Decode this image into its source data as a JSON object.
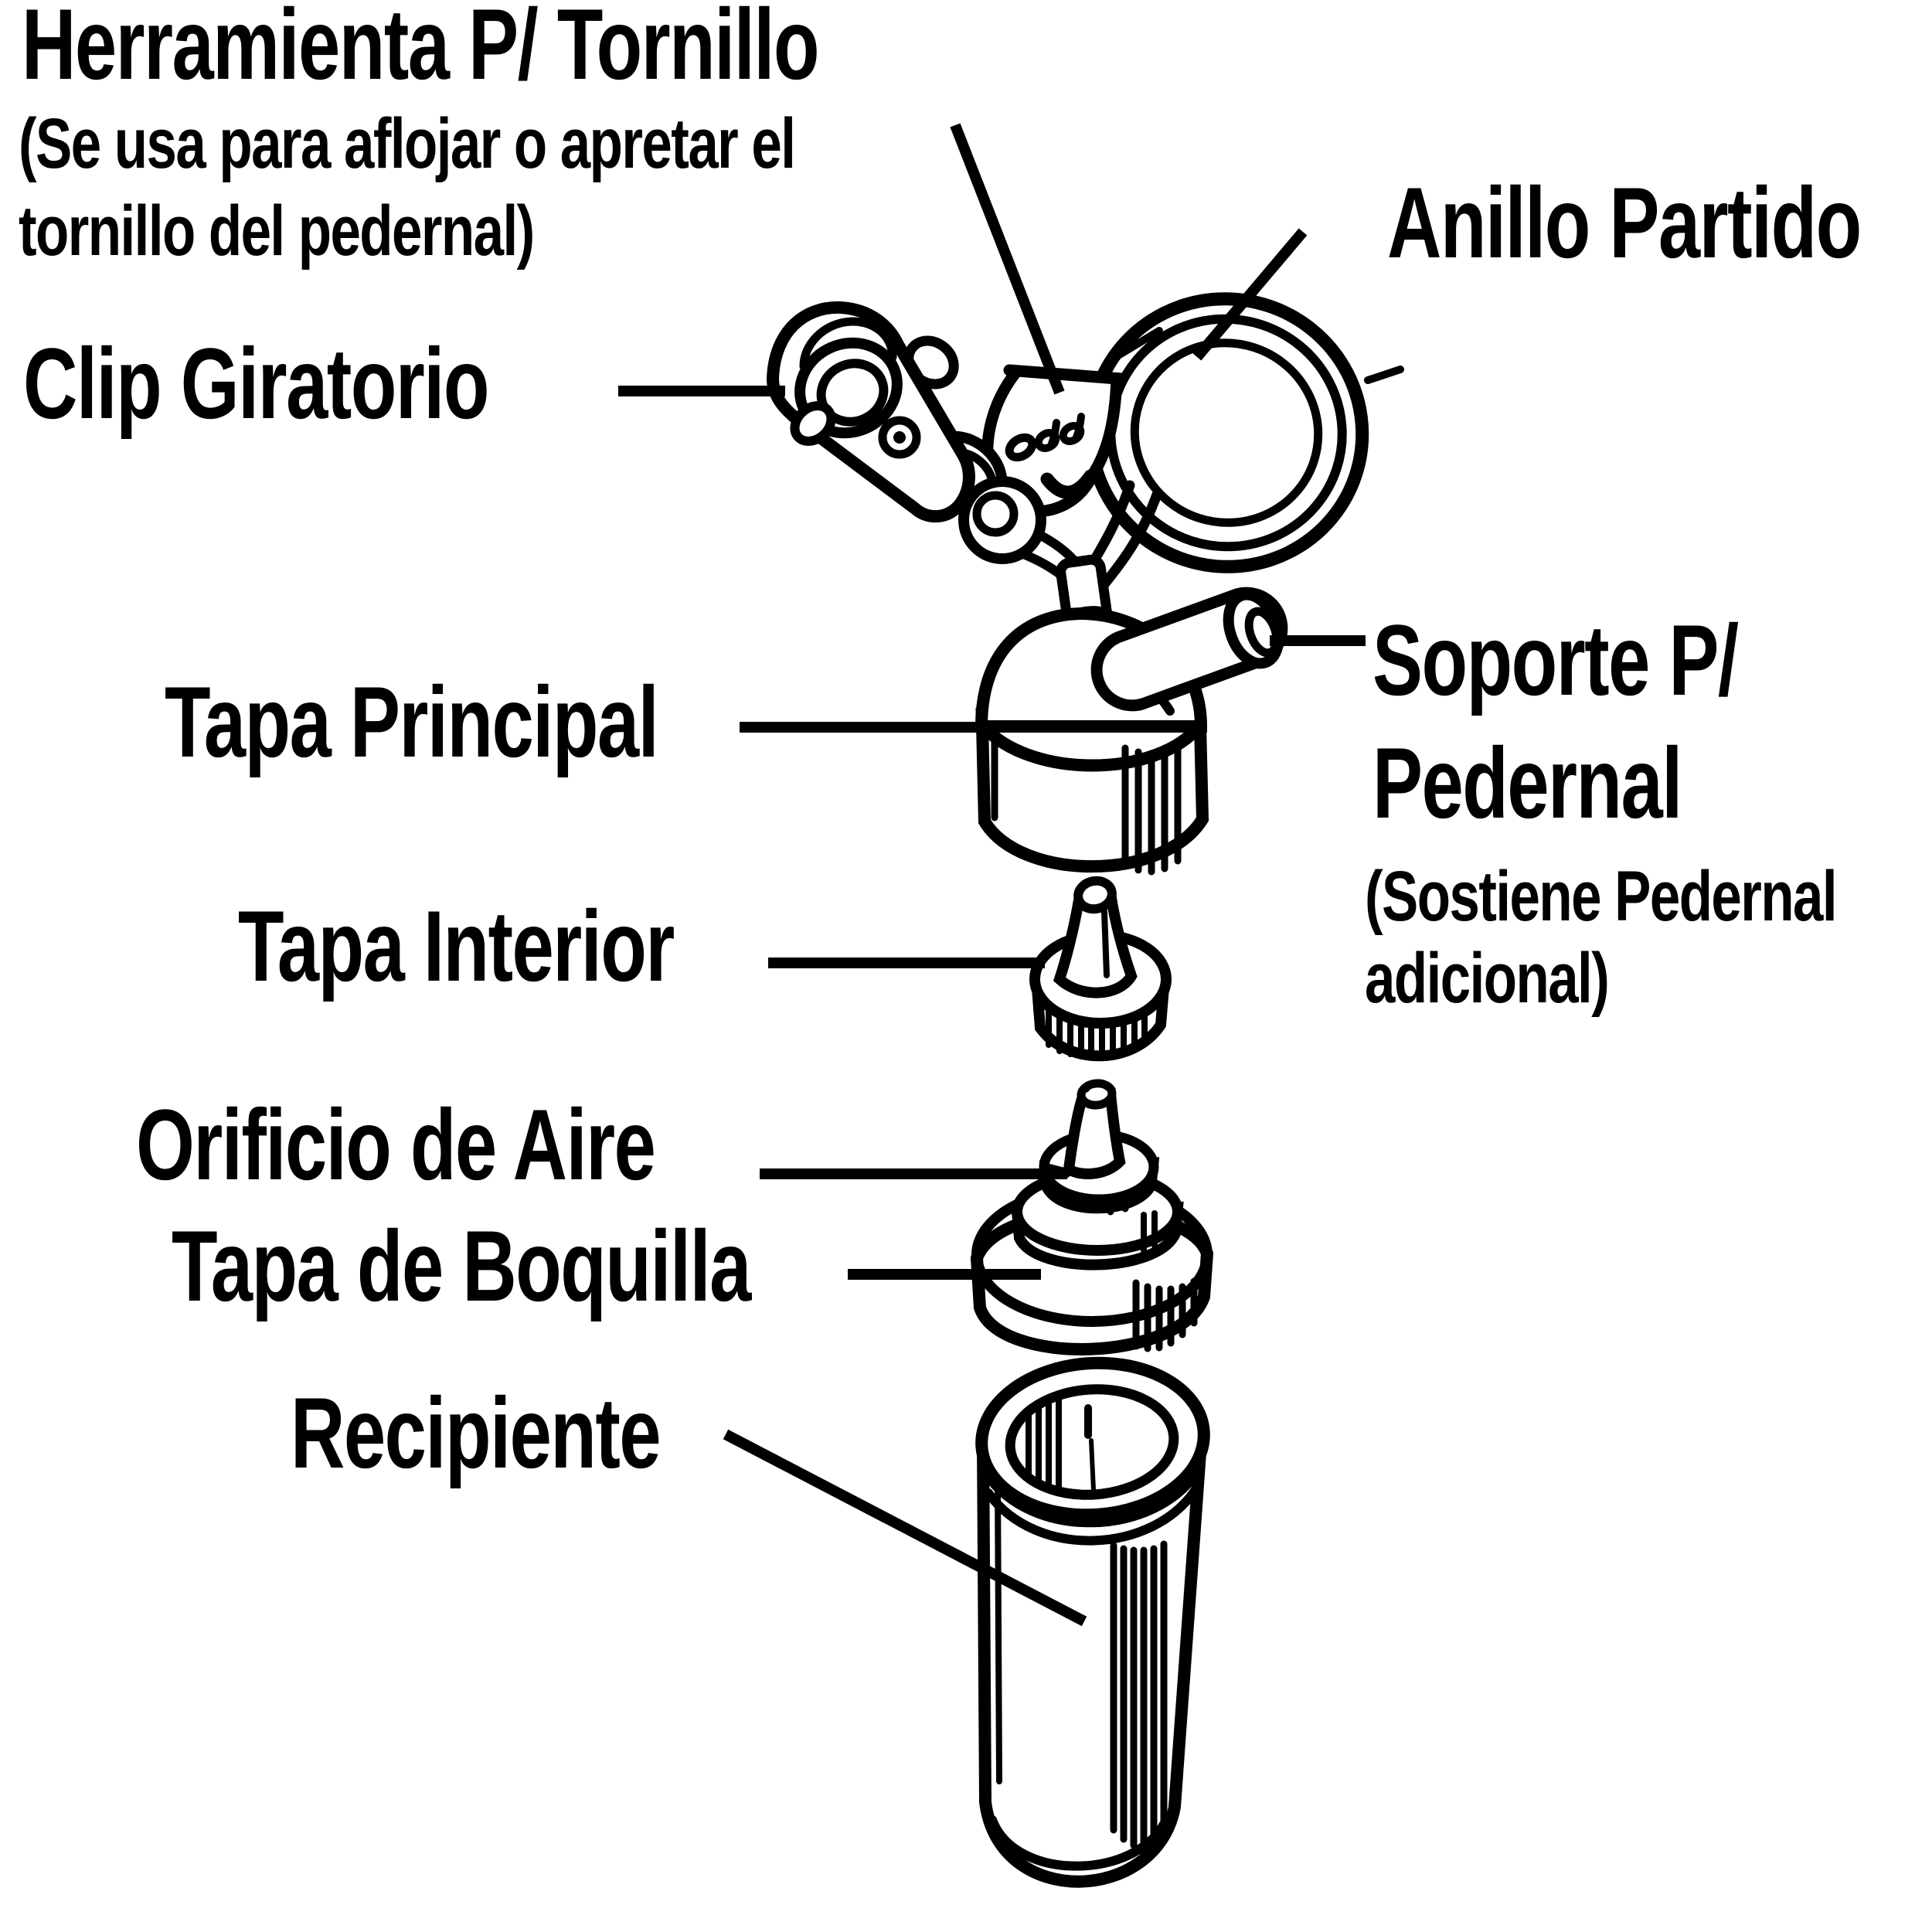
{
  "diagram": {
    "background_color": "#ffffff",
    "ink_color": "#000000",
    "labels": {
      "herramienta": {
        "title": "Herramienta P/ Tornillo",
        "note_line1": "(Se usa para aflojar o apretar el",
        "note_line2": "tornillo del pedernal)"
      },
      "anillo": {
        "text": "Anillo Partido"
      },
      "clip": {
        "text": "Clip Giratorio"
      },
      "tapa_principal": {
        "text": "Tapa Principal"
      },
      "soporte": {
        "line1": "Soporte P/",
        "line2": "Pedernal",
        "note_line1": "(Sostiene Pedernal",
        "note_line2": "adicional)"
      },
      "tapa_interior": {
        "text": "Tapa Interior"
      },
      "orificio": {
        "text": "Orificio de Aire"
      },
      "boquilla": {
        "text": "Tapa de Boquilla"
      },
      "recipiente": {
        "text": "Recipiente"
      }
    }
  }
}
